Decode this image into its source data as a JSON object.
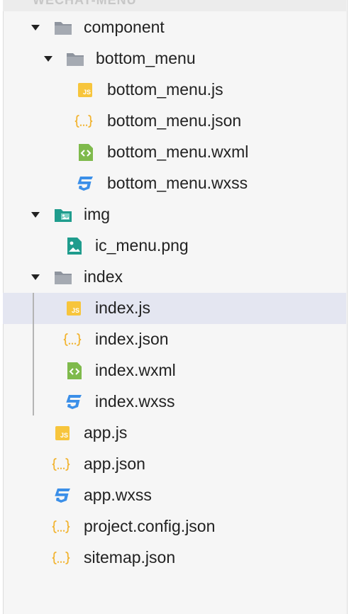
{
  "section": {
    "title": "WECHAT-MENU"
  },
  "tree": [
    {
      "label": "component",
      "icon": "folder-icon"
    },
    {
      "label": "bottom_menu",
      "icon": "folder-icon"
    },
    {
      "label": "bottom_menu.js",
      "icon": "js-file-icon"
    },
    {
      "label": "bottom_menu.json",
      "icon": "json-file-icon"
    },
    {
      "label": "bottom_menu.wxml",
      "icon": "wxml-file-icon"
    },
    {
      "label": "bottom_menu.wxss",
      "icon": "wxss-file-icon"
    },
    {
      "label": "img",
      "icon": "image-folder-icon"
    },
    {
      "label": "ic_menu.png",
      "icon": "image-file-icon"
    },
    {
      "label": "index",
      "icon": "folder-icon"
    },
    {
      "label": "index.js",
      "icon": "js-file-icon"
    },
    {
      "label": "index.json",
      "icon": "json-file-icon"
    },
    {
      "label": "index.wxml",
      "icon": "wxml-file-icon"
    },
    {
      "label": "index.wxss",
      "icon": "wxss-file-icon"
    },
    {
      "label": "app.js",
      "icon": "js-file-icon"
    },
    {
      "label": "app.json",
      "icon": "json-file-icon"
    },
    {
      "label": "app.wxss",
      "icon": "wxss-file-icon"
    },
    {
      "label": "project.config.json",
      "icon": "json-file-icon"
    },
    {
      "label": "sitemap.json",
      "icon": "json-file-icon"
    }
  ],
  "js_badge": "JS",
  "selected_item": "index.js",
  "colors": {
    "folder": "#8e949e",
    "js": "#f7c53c",
    "json": "#f2b431",
    "wxml": "#7fba4c",
    "wxss": "#3b8fe8",
    "image": "#1f9c8d",
    "selected_row": "#e4e6f1"
  }
}
